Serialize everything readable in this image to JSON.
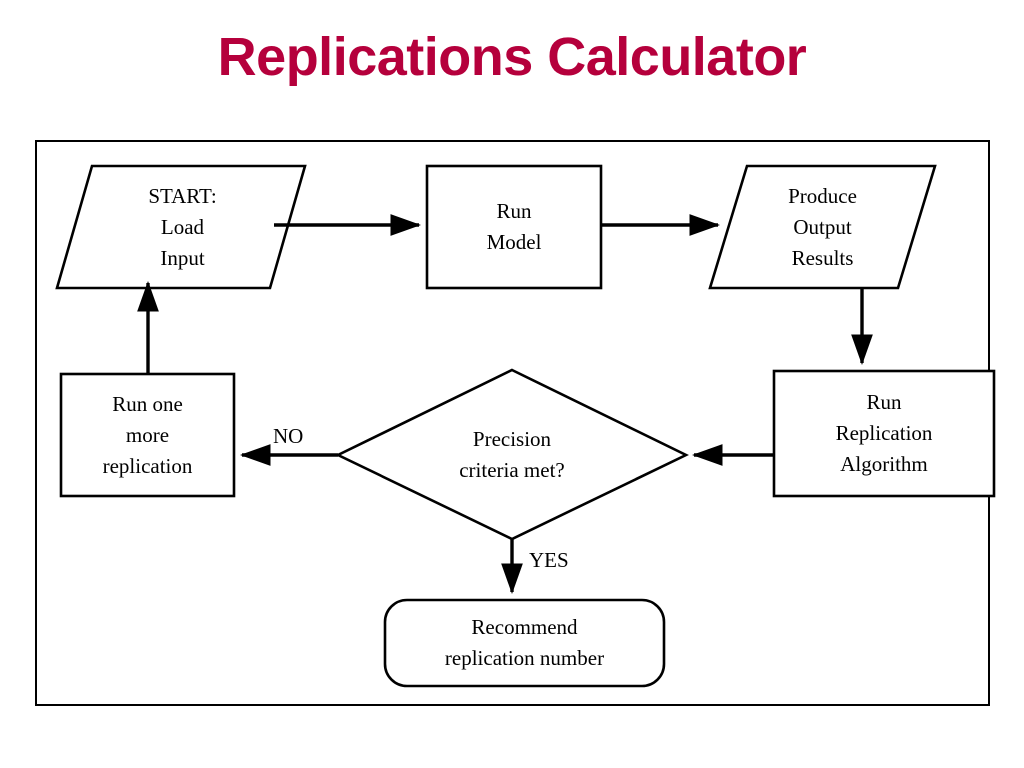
{
  "slide": {
    "title": "Replications Calculator",
    "title_color": "#b5003c",
    "background_color": "#ffffff",
    "border_color": "#000000"
  },
  "diagram": {
    "type": "flowchart",
    "nodes": [
      {
        "id": "start-load-input",
        "shape": "parallelogram",
        "label": "START:\nLoad\nInput"
      },
      {
        "id": "run-model",
        "shape": "rectangle",
        "label": "Run\nModel"
      },
      {
        "id": "produce-output-results",
        "shape": "parallelogram",
        "label": "Produce\nOutput\nResults"
      },
      {
        "id": "run-replication-algorithm",
        "shape": "rectangle",
        "label": "Run\nReplication\nAlgorithm"
      },
      {
        "id": "precision-criteria-met",
        "shape": "diamond",
        "label": "Precision\ncriteria met?"
      },
      {
        "id": "run-one-more-replication",
        "shape": "rectangle",
        "label": "Run one\nmore\nreplication"
      },
      {
        "id": "recommend-replication-number",
        "shape": "rounded-rectangle",
        "label": "Recommend\nreplication number"
      }
    ],
    "edges": [
      {
        "id": "start-to-run-model",
        "from": "start-load-input",
        "to": "run-model",
        "label": ""
      },
      {
        "id": "run-model-to-produce-output",
        "from": "run-model",
        "to": "produce-output-results",
        "label": ""
      },
      {
        "id": "produce-output-to-replication-algorithm",
        "from": "produce-output-results",
        "to": "run-replication-algorithm",
        "label": ""
      },
      {
        "id": "replication-algorithm-to-decision",
        "from": "run-replication-algorithm",
        "to": "precision-criteria-met",
        "label": ""
      },
      {
        "id": "decision-no-to-run-one-more",
        "from": "precision-criteria-met",
        "to": "run-one-more-replication",
        "label": "NO"
      },
      {
        "id": "run-one-more-to-start",
        "from": "run-one-more-replication",
        "to": "start-load-input",
        "label": ""
      },
      {
        "id": "decision-yes-to-recommend",
        "from": "precision-criteria-met",
        "to": "recommend-replication-number",
        "label": "YES"
      }
    ]
  }
}
